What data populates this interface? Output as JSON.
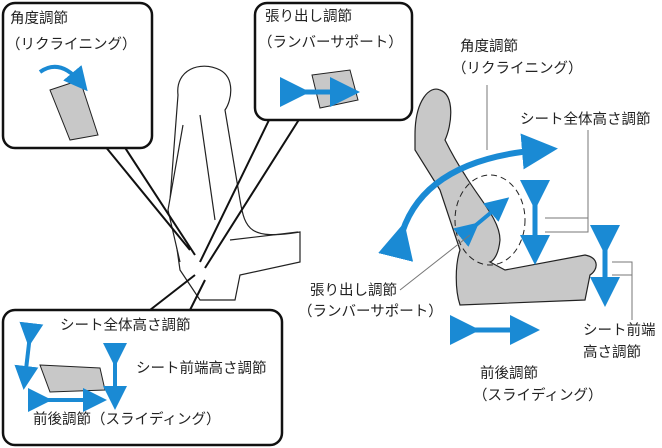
{
  "colors": {
    "arrow": "#1a8ad4",
    "seat_fill": "#c8c8c8",
    "outline": "#222222"
  },
  "left_diagram": {
    "recline_box": {
      "line1": "角度調節",
      "line2": "（リクライニング）"
    },
    "lumbar_box": {
      "line1": "張り出し調節",
      "line2": "（ランバーサポート）"
    },
    "switch_box": {
      "height": "シート全体高さ調節",
      "front_height": "シート前端高さ調節",
      "slide": "前後調節（スライディング）"
    }
  },
  "right_diagram": {
    "recline": {
      "line1": "角度調節",
      "line2": "（リクライニング）"
    },
    "height": "シート全体高さ調節",
    "lumbar": {
      "line1": "張り出し調節",
      "line2": "（ランバーサポート）"
    },
    "front_height": {
      "line1": "シート前端",
      "line2": "高さ調節"
    },
    "slide": {
      "line1": "前後調節",
      "line2": "（スライディング）"
    }
  }
}
